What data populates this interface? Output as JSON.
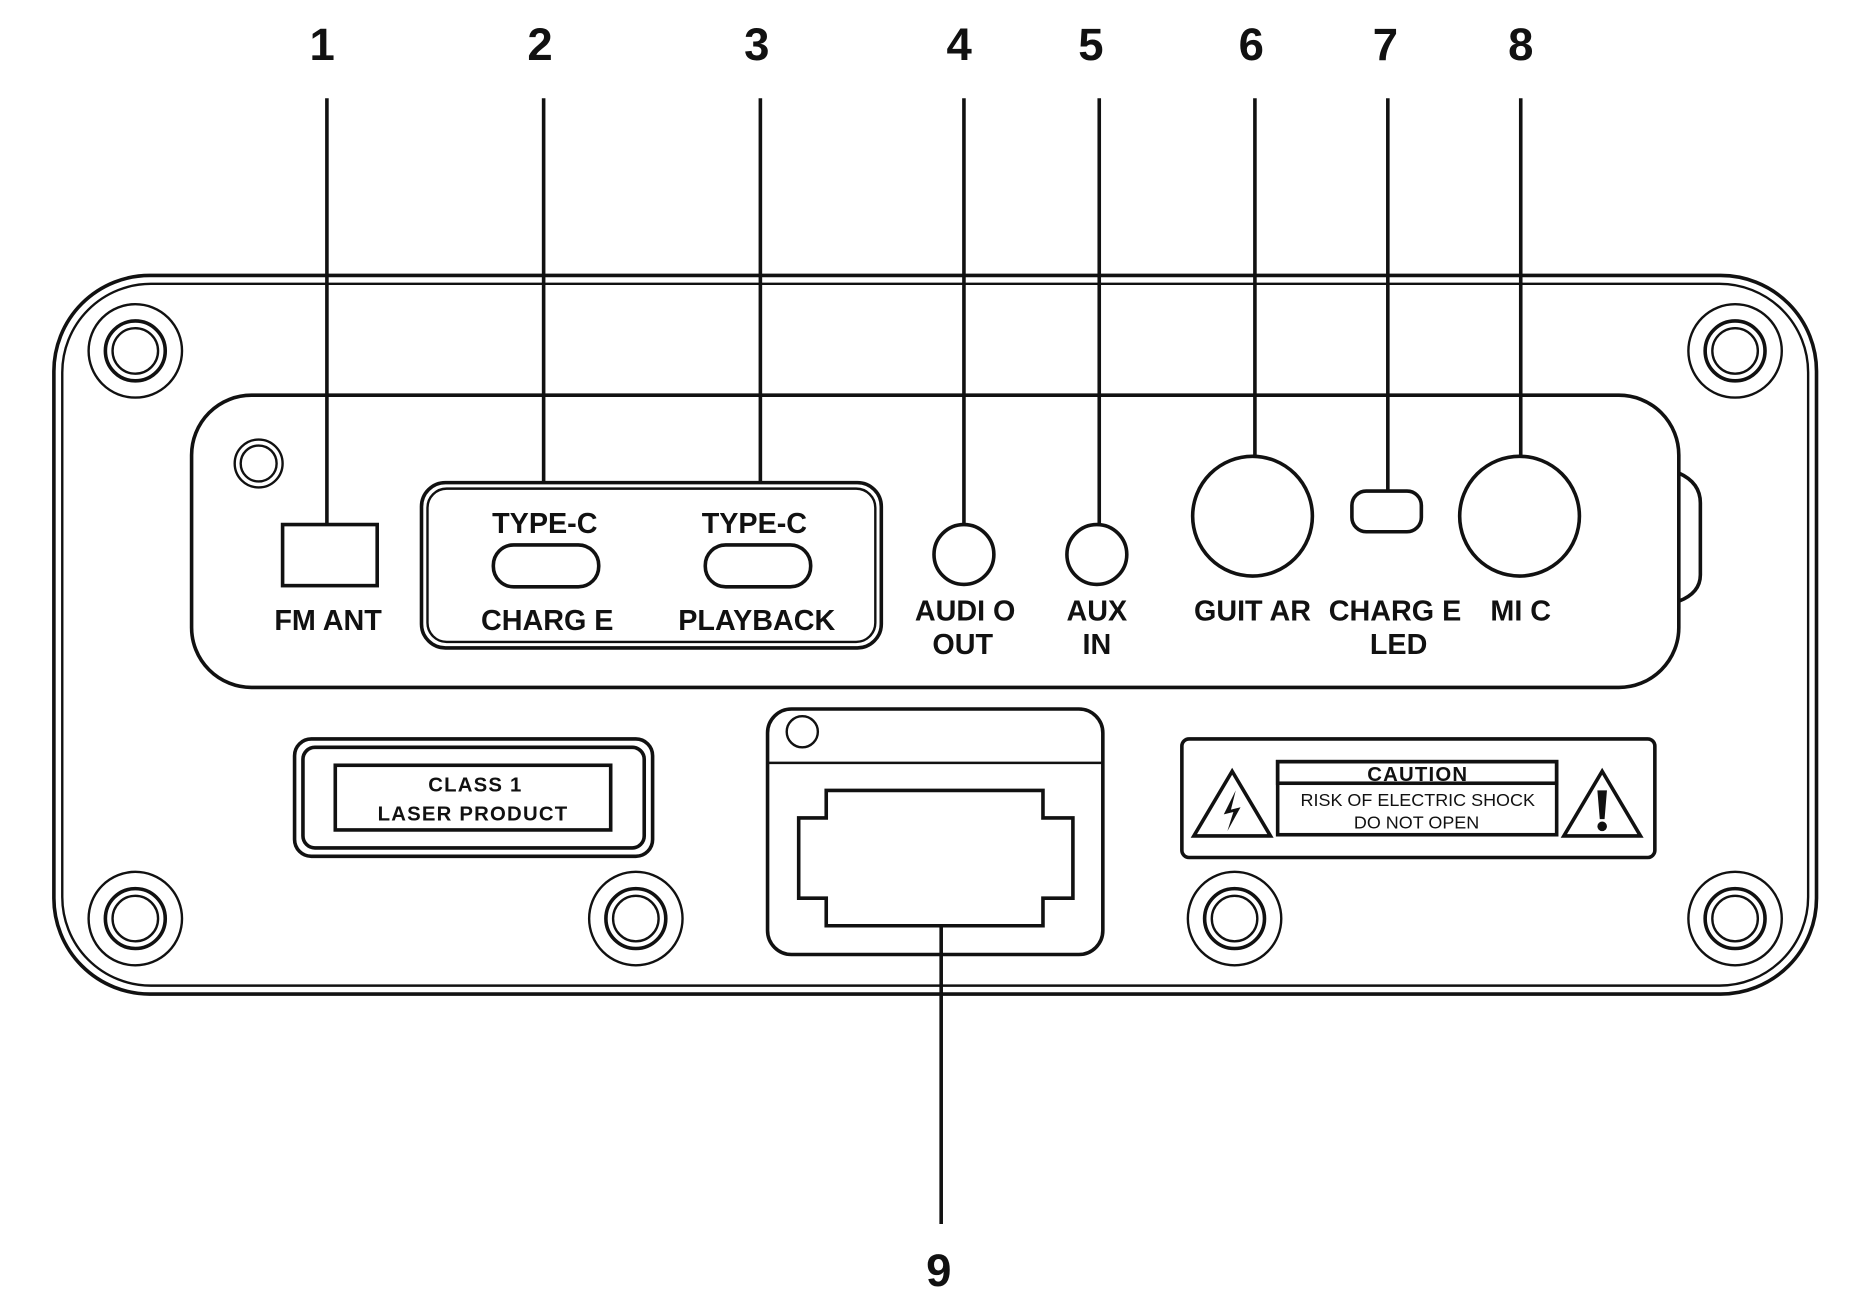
{
  "callouts": [
    {
      "number": "1",
      "label": "FM ANT"
    },
    {
      "number": "2",
      "label_top": "TYPE-C",
      "label": "CHARG E"
    },
    {
      "number": "3",
      "label_top": "TYPE-C",
      "label": "PLAYBACK"
    },
    {
      "number": "4",
      "label": "AUDI O",
      "label2": "OUT"
    },
    {
      "number": "5",
      "label": "AUX",
      "label2": "IN"
    },
    {
      "number": "6",
      "label": "GUIT AR"
    },
    {
      "number": "7",
      "label": "CHARG E",
      "label2": "LED"
    },
    {
      "number": "8",
      "label": "MI C"
    },
    {
      "number": "9"
    }
  ],
  "laser_label": {
    "line1": "CLASS 1",
    "line2": "LASER PRODUCT"
  },
  "caution_label": {
    "title": "CAUTION",
    "line1": "RISK OF ELECTRIC SHOCK",
    "line2": "DO NOT OPEN"
  }
}
